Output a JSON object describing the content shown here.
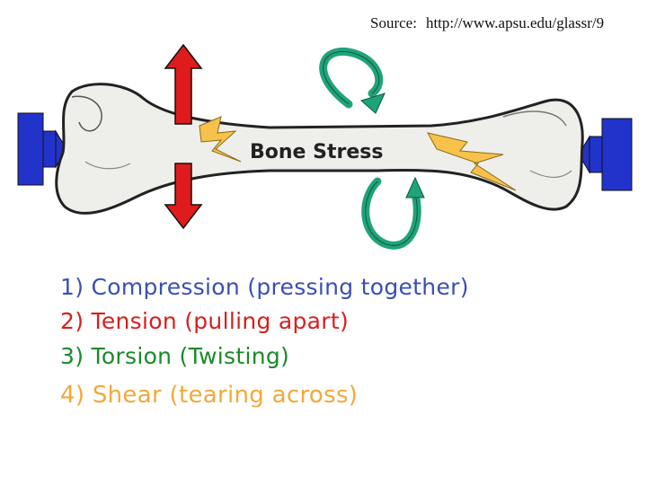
{
  "source": {
    "label": "Source:",
    "url": "http://www.apsu.edu/glassr/9"
  },
  "diagram": {
    "label": "Bone Stress"
  },
  "legend": {
    "items": [
      {
        "text": "1) Compression (pressing together)",
        "color": "#3a4fb5"
      },
      {
        "text": "2) Tension (pulling apart)",
        "color": "#d62020"
      },
      {
        "text": "3) Torsion (Twisting)",
        "color": "#1a8a2a"
      },
      {
        "text": "4) Shear (tearing across)",
        "color": "#f2a93b"
      }
    ]
  },
  "colors": {
    "compression": "#2233cc",
    "tension": "#e01b1b",
    "torsion": "#1fa37a",
    "shear": "#f6c24a",
    "bone": "#eeeeea"
  }
}
